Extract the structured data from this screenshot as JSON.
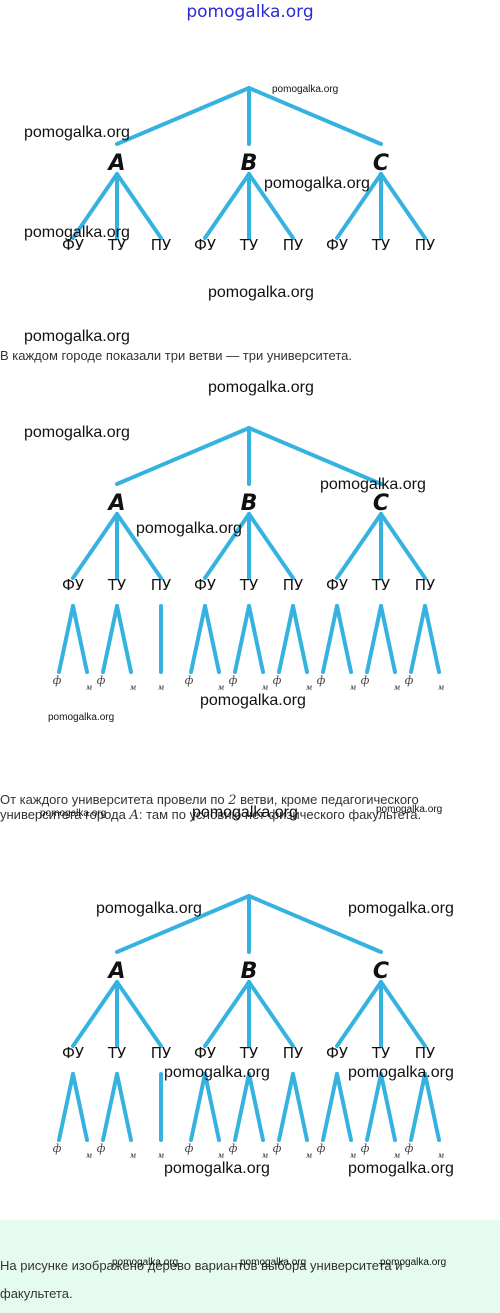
{
  "site": {
    "header": "pomogalka.org"
  },
  "tree": {
    "cities": [
      "A",
      "B",
      "C"
    ],
    "universities": [
      "ФУ",
      "ТУ",
      "ПУ"
    ],
    "faculties": {
      "physics": "ф",
      "math": "м"
    },
    "excluded": {
      "city": "A",
      "university": "ПУ",
      "faculty": "ф"
    }
  },
  "captions": {
    "step1": "В каждом городе показали три ветви — три университета.",
    "step2_line1_before": "От каждого университета провели по ",
    "step2_number": "2",
    "step2_line1_after": " ветви, кроме педагогического",
    "step2_line2_before": "университета города ",
    "step2_city": "A",
    "step2_line2_after": ": там по условию нет физического факультета.",
    "summary_line1": "На рисунке изображено дерево вариантов выбора университета и",
    "summary_line2": "факультета."
  },
  "watermark": "pomogalka.org"
}
